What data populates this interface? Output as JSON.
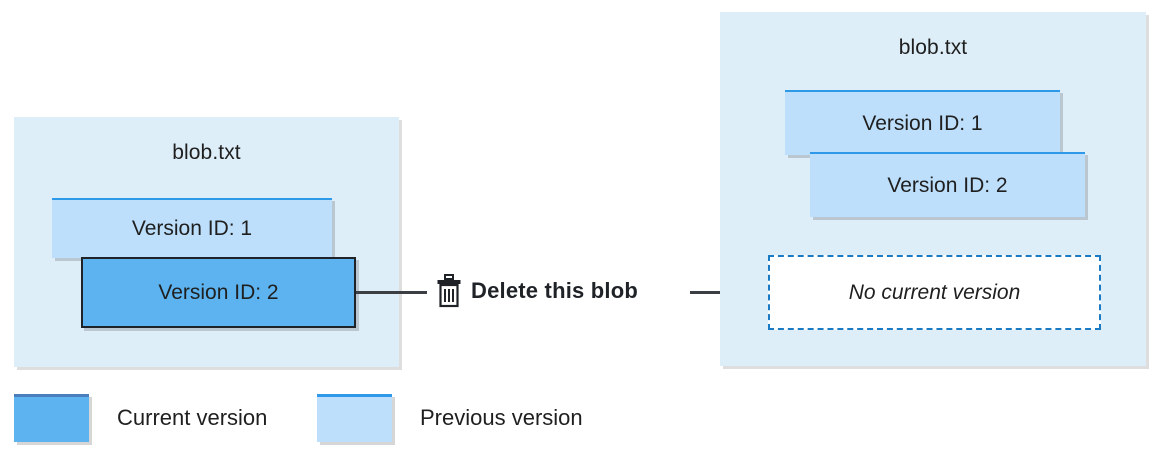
{
  "diagram": {
    "title_left": "blob.txt",
    "title_right": "blob.txt",
    "left_panel": {
      "name": "blob.txt",
      "versions": [
        {
          "label": "Version ID: 1",
          "state": "previous"
        },
        {
          "label": "Version ID: 2",
          "state": "current"
        }
      ]
    },
    "right_panel": {
      "name": "blob.txt",
      "versions": [
        {
          "label": "Version ID: 1",
          "state": "previous"
        },
        {
          "label": "Version ID: 2",
          "state": "previous"
        }
      ],
      "placeholder": "No current version"
    },
    "action": {
      "icon": "trash-icon",
      "label": "Delete this blob"
    },
    "legend": [
      {
        "label": "Current version",
        "swatch": "current",
        "color": "#5cb3ef"
      },
      {
        "label": "Previous version",
        "swatch": "previous",
        "color": "#bddffb"
      }
    ],
    "colors": {
      "panel_background": "#deeef9",
      "current_version": "#5cb3ef",
      "previous_version": "#bddffb",
      "dashed_border": "#1a7ac4",
      "connector": "#3b3f43",
      "text": "#1f1f1f"
    }
  }
}
